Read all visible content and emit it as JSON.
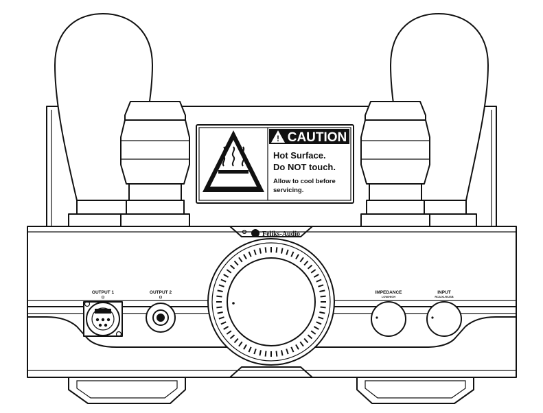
{
  "caution_label": {
    "heading": "CAUTION",
    "line1": "Hot Surface.",
    "line2": "Do NOT touch.",
    "line3": "Allow to cool before",
    "line4": "servicing."
  },
  "brand": {
    "name": "Feliks-Audio"
  },
  "controls": {
    "output1_label": "OUTPUT 1",
    "output1_sub": "Ω",
    "output2_label": "OUTPUT 2",
    "output2_sub": "Ω",
    "impedance_label": "IMPEDANCE",
    "impedance_sub": "LOW/HIGH",
    "input_label": "INPUT",
    "input_sub": "RCA/XLR/USB"
  },
  "colors": {
    "line": "#111111",
    "background": "#ffffff"
  },
  "icons": {
    "hot_surface": "hot-surface-warning-icon",
    "caution": "caution-triangle-icon",
    "power_indicator": "power-led-icon"
  }
}
